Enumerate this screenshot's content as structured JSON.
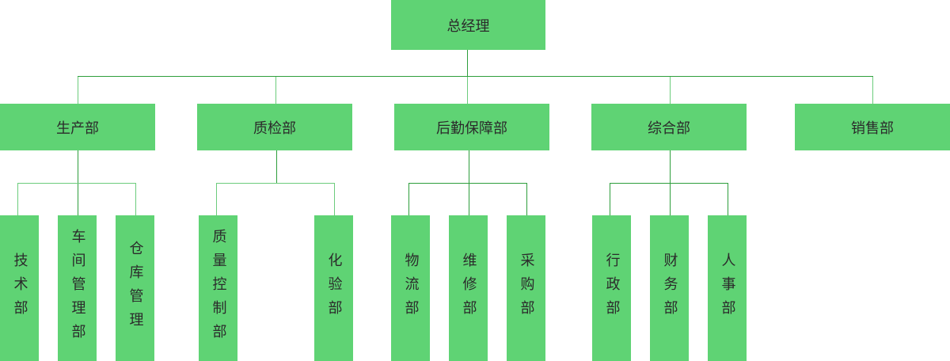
{
  "root": {
    "label": "总经理"
  },
  "departments": [
    {
      "label": "生产部",
      "children": [
        "技术部",
        "车间管理部",
        "仓库管理"
      ]
    },
    {
      "label": "质检部",
      "children": [
        "质量控制部",
        "化验部"
      ]
    },
    {
      "label": "后勤保障部",
      "children": [
        "物流部",
        "维修部",
        "采购部"
      ]
    },
    {
      "label": "综合部",
      "children": [
        "行政部",
        "财务部",
        "人事部"
      ]
    },
    {
      "label": "销售部",
      "children": []
    }
  ],
  "colors": {
    "node": "#5fd374",
    "line": "#2e9e3c",
    "text": "#2b2b2b"
  }
}
